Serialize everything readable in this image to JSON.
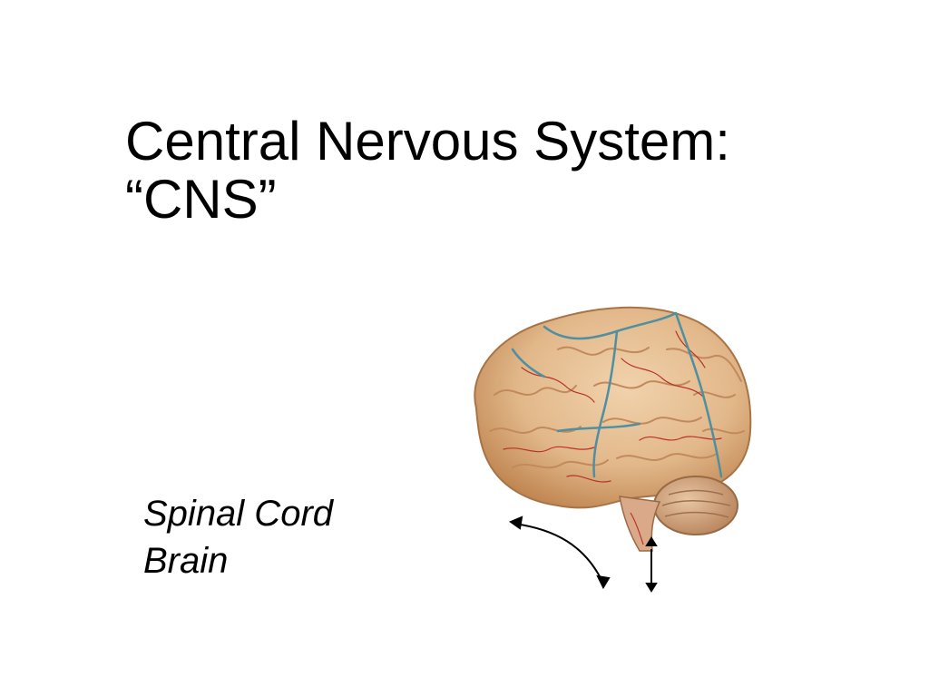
{
  "slide": {
    "title_line1": "Central Nervous System:",
    "title_line2": "“CNS”",
    "labels": [
      "Spinal Cord",
      "Brain"
    ],
    "figure": {
      "icon": "brain-icon",
      "colors": {
        "brain_base": "#e8c39a",
        "brain_shadow": "#c9955f",
        "vessel_red": "#b8322a",
        "vessel_blue": "#4f8fa0",
        "arrow": "#000000"
      }
    }
  }
}
